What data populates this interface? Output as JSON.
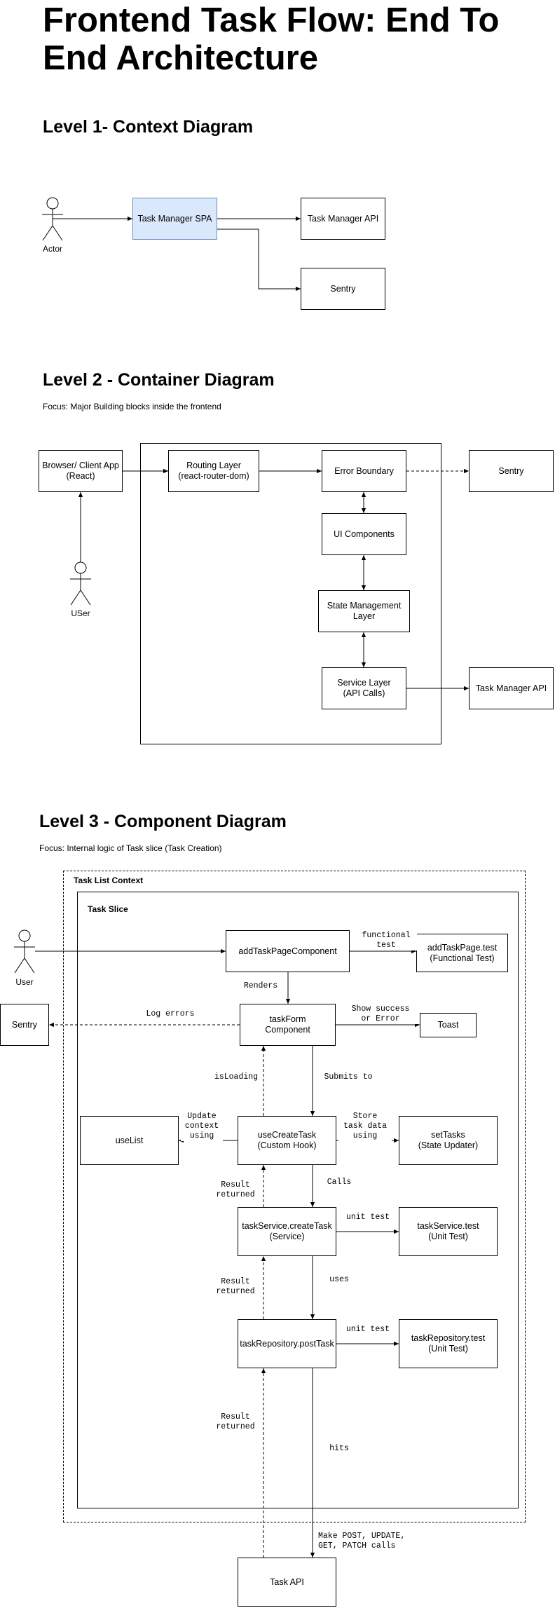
{
  "page": {
    "title": "Frontend Task Flow: End To End Architecture"
  },
  "level1": {
    "heading": "Level 1- Context Diagram",
    "actor": "Actor",
    "spa": "Task Manager SPA",
    "api": "Task Manager API",
    "sentry": "Sentry"
  },
  "level2": {
    "heading": "Level 2 - Container Diagram",
    "focus": "Focus: Major Building blocks inside the frontend",
    "browser": "Browser/ Client App\n(React)",
    "routing": "Routing Layer\n(react-router-dom)",
    "error_boundary": "Error Boundary",
    "ui_components": "UI Components",
    "state": "State Management\nLayer",
    "service": "Service Layer\n(API Calls)",
    "sentry": "Sentry",
    "api": "Task Manager API",
    "user": "USer"
  },
  "level3": {
    "heading": "Level 3 - Component Diagram",
    "focus": "Focus: Internal logic of  Task slice (Task Creation)",
    "context_label": "Task List Context",
    "slice_label": "Task Slice",
    "user": "User",
    "sentry": "Sentry",
    "add_page": "addTaskPageComponent",
    "add_page_test": "addTaskPage.test\n(Functional Test)",
    "task_form": "taskForm\nComponent",
    "toast": "Toast",
    "use_list": "useList",
    "use_create": "useCreateTask\n(Custom Hook)",
    "set_tasks": "setTasks\n(State Updater)",
    "service": "taskService.createTask\n(Service)",
    "service_test": "taskService.test\n(Unit Test)",
    "repository": "taskRepository.postTask",
    "repository_test": "taskRepository.test\n(Unit Test)",
    "task_api": "Task API",
    "edges": {
      "functional_test": "functional\ntest",
      "renders": "Renders",
      "log_errors": "Log errors",
      "show_success": "Show success\nor Error",
      "is_loading": "isLoading",
      "submits_to": "Submits to",
      "update_context": "Update\ncontext\nusing",
      "store_task": "Store\ntask data\nusing",
      "result_1": "Result\nreturned",
      "calls": "Calls",
      "unit_test_1": "unit test",
      "result_2": "Result\nreturned",
      "uses": "uses",
      "unit_test_2": "unit test",
      "result_3": "Result\nreturned",
      "hits": "hits",
      "make_calls": "Make POST, UPDATE,\nGET, PATCH calls"
    }
  }
}
